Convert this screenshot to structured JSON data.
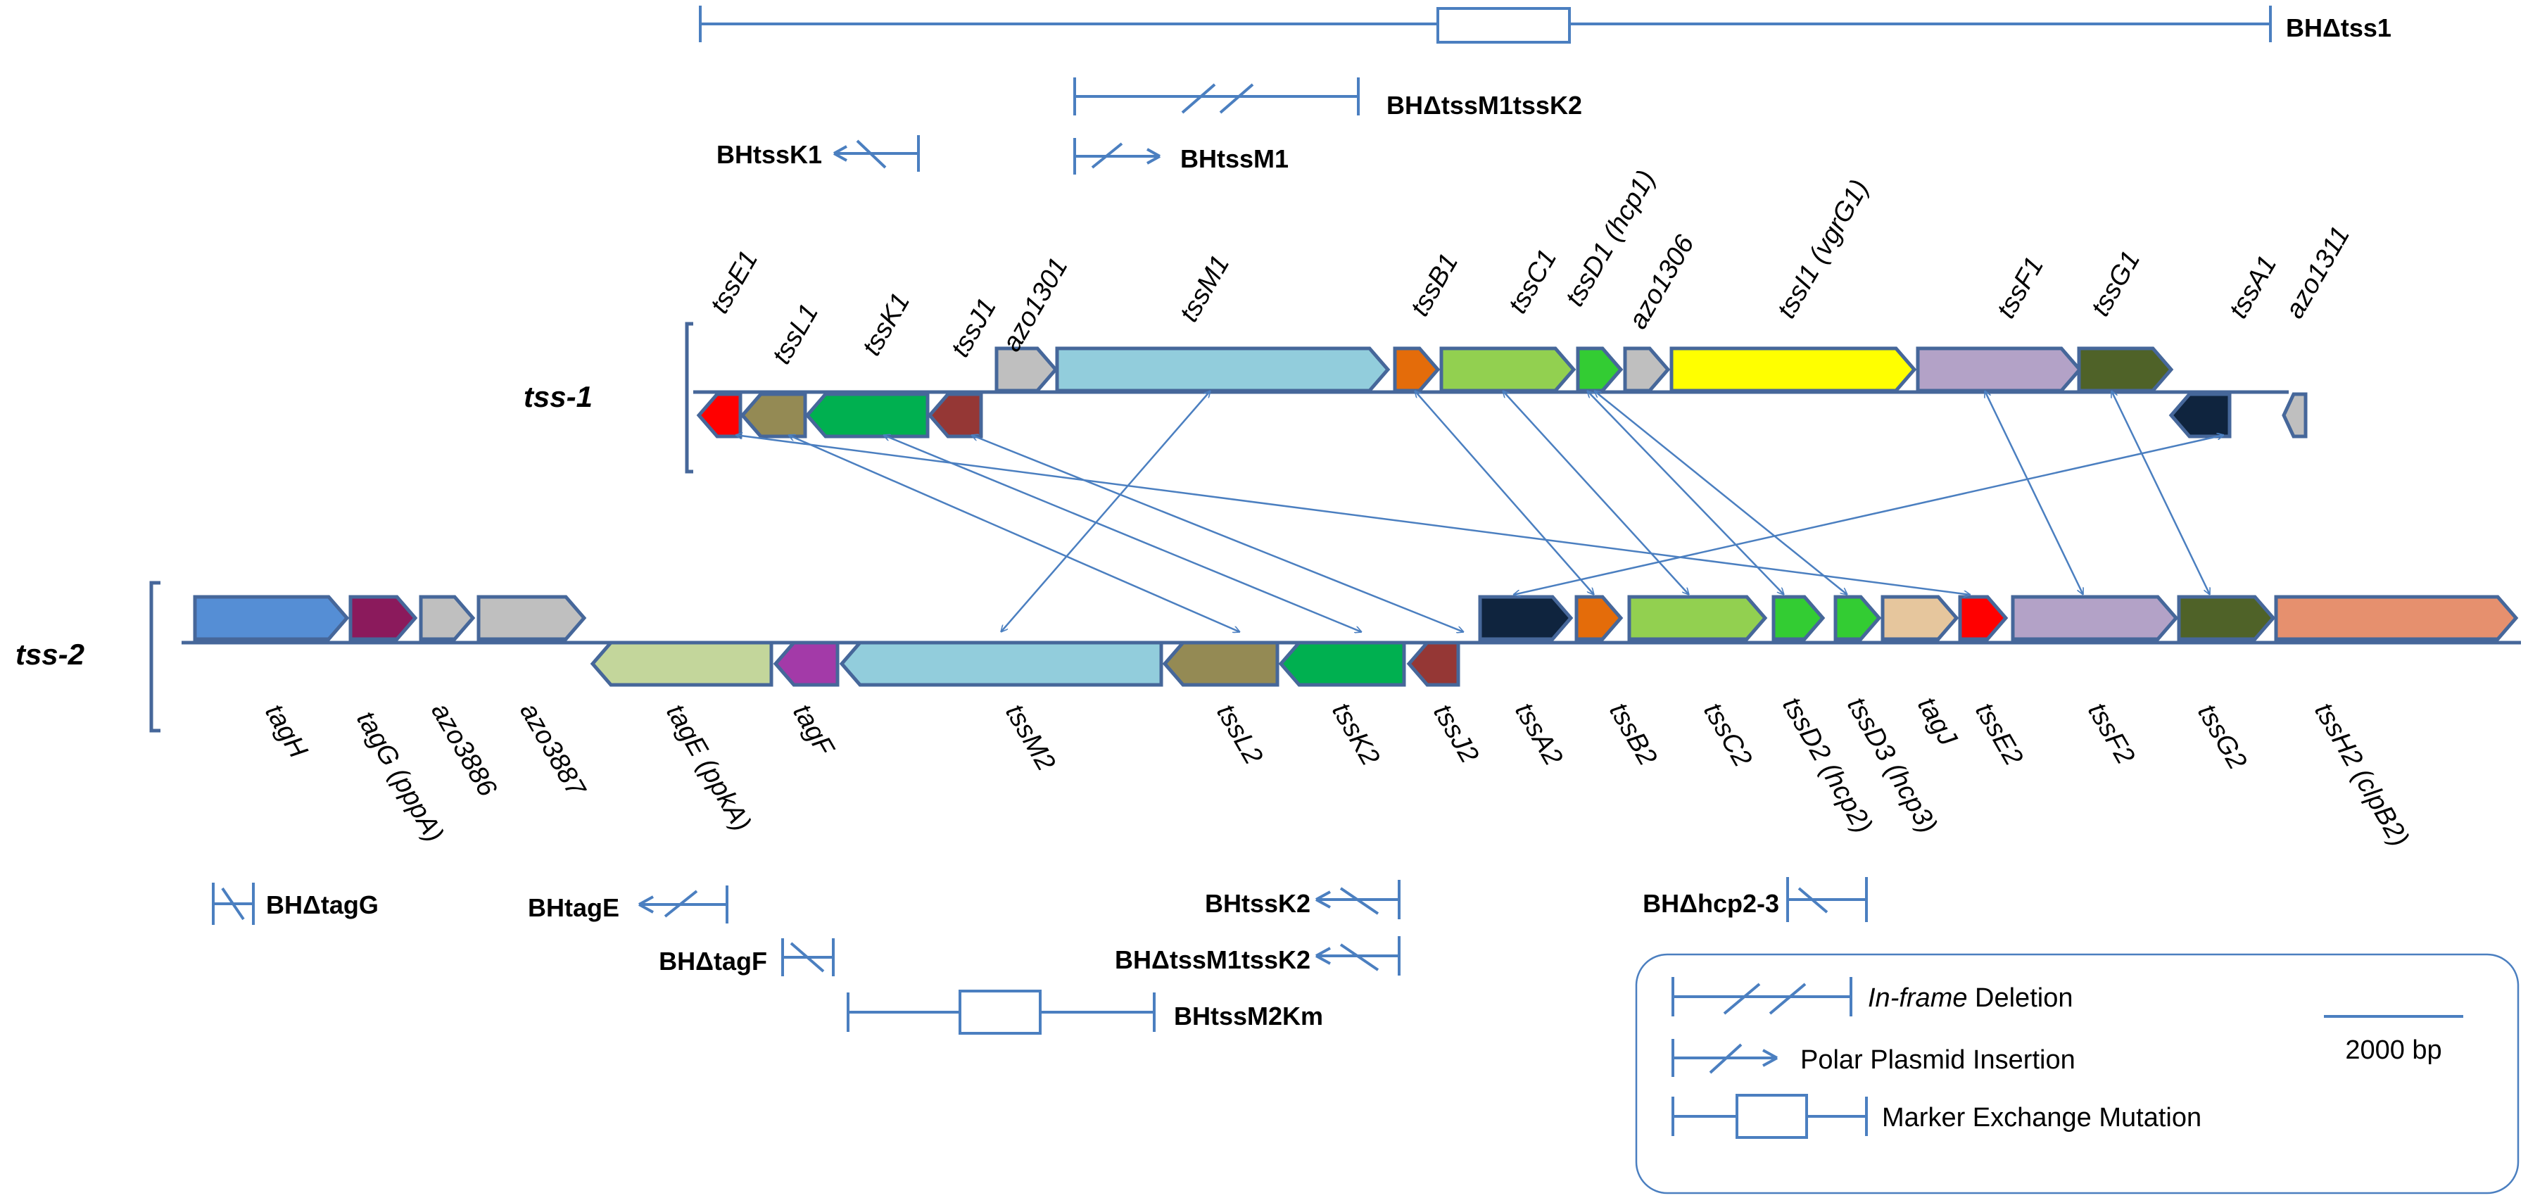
{
  "rows": {
    "tss1": "tss-1",
    "tss2": "tss-2"
  },
  "tss1_genes": [
    {
      "name": "tssE1",
      "color": "#ff0000"
    },
    {
      "name": "tssL1",
      "color": "#948a54"
    },
    {
      "name": "tssK1",
      "color": "#00b050"
    },
    {
      "name": "tssJ1",
      "color": "#953735"
    },
    {
      "name": "azo1301",
      "color": "#bfbfbf"
    },
    {
      "name": "tssM1",
      "color": "#92cddc"
    },
    {
      "name": "tssB1",
      "color": "#e46c0a"
    },
    {
      "name": "tssC1",
      "color": "#92d050"
    },
    {
      "name": "tssD1 (hcp1)",
      "color": "#33cc33"
    },
    {
      "name": "azo1306",
      "color": "#bfbfbf"
    },
    {
      "name": "tssI1 (vgrG1)",
      "color": "#ffff00"
    },
    {
      "name": "tssF1",
      "color": "#b3a2c7"
    },
    {
      "name": "tssG1",
      "color": "#4f6228"
    },
    {
      "name": "tssA1",
      "color": "#0f243e"
    },
    {
      "name": "azo1311",
      "color": "#bfbfbf"
    }
  ],
  "tss2_genes": [
    {
      "name": "tagH",
      "color": "#558ed5"
    },
    {
      "name": "tagG (pppA)",
      "color": "#8b1a5c"
    },
    {
      "name": "azo3886",
      "color": "#bfbfbf"
    },
    {
      "name": "azo3887",
      "color": "#bfbfbf"
    },
    {
      "name": "tagE (ppkA)",
      "color": "#c3d69b"
    },
    {
      "name": "tagF",
      "color": "#a33aa8"
    },
    {
      "name": "tssM2",
      "color": "#92cddc"
    },
    {
      "name": "tssL2",
      "color": "#948a54"
    },
    {
      "name": "tssK2",
      "color": "#00b050"
    },
    {
      "name": "tssJ2",
      "color": "#953735"
    },
    {
      "name": "tssA2",
      "color": "#0f243e"
    },
    {
      "name": "tssB2",
      "color": "#e46c0a"
    },
    {
      "name": "tssC2",
      "color": "#92d050"
    },
    {
      "name": "tssD2 (hcp2)",
      "color": "#33cc33"
    },
    {
      "name": "tssD3 (hcp3)",
      "color": "#33cc33"
    },
    {
      "name": "tagJ",
      "color": "#e6c69d"
    },
    {
      "name": "tssE2",
      "color": "#ff0000"
    },
    {
      "name": "tssF2",
      "color": "#b3a2c7"
    },
    {
      "name": "tssG2",
      "color": "#4f6228"
    },
    {
      "name": "tssH2 (clpB2)",
      "color": "#e6906e"
    }
  ],
  "mutants_top": [
    "BHΔtss1",
    "BHΔtssM1tssK2",
    "BHtssK1",
    "BHtssM1"
  ],
  "mutants_bottom": [
    "BHΔtagG",
    "BHtagE",
    "BHΔtagF",
    "BHtssK2",
    "BHΔtssM1tssK2",
    "BHtssM2Km",
    "BHΔhcp2-3"
  ],
  "legend": {
    "inframe_italic": "In-frame",
    "inframe_rest": " Deletion",
    "polar": "Polar Plasmid Insertion",
    "marker": "Marker Exchange Mutation",
    "scale": "2000 bp"
  },
  "colors": {
    "line": "#46679a",
    "link": "#4b7fc0"
  }
}
